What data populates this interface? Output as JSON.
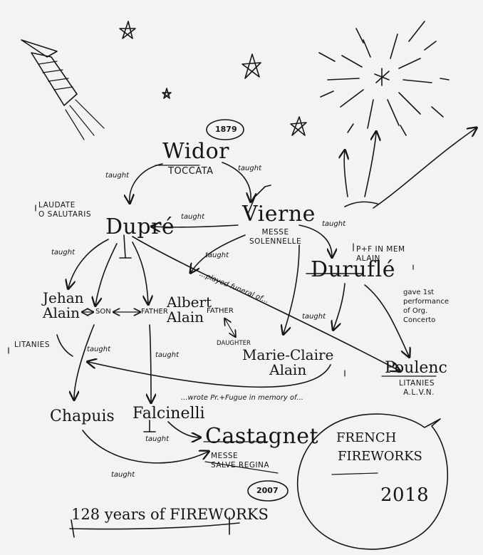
{
  "nodes": {
    "widor": "Widor",
    "widor_work": "TOCCATA",
    "widor_year": "1879",
    "vierne": "Vierne",
    "vierne_work": "MESSE\nSOLENNELLE",
    "dupre": "Dupré",
    "dupre_work": "LAUDATE\nO SALUTARIS",
    "durufle": "Duruflé",
    "durufle_work": "P+F IN MEM\nALAIN",
    "jehan_alain": "Jehan\nAlain",
    "jehan_work": "LITANIES",
    "albert_alain": "Albert\nAlain",
    "marie_claire_alain": "Marie-Claire\nAlain",
    "poulenc": "Poulenc",
    "poulenc_work": "LITANIES\nA.L.V.N.",
    "chapuis": "Chapuis",
    "falcinelli": "Falcinelli",
    "castagnet": "Castagnet",
    "castagnet_work": "MESSE\nSALVE REGINA",
    "castagnet_year": "2007"
  },
  "relations": {
    "taught_widor_dupre": "taught",
    "taught_widor_vierne": "taught",
    "taught_vierne_dupre": "taught",
    "taught_vierne_durufle": "taught",
    "taught_dupre_jehan": "taught",
    "taught_vierne_albert": "taught",
    "taught_durufle_marie": "taught",
    "taught_jehan_chapuis": "taught",
    "taught_dupre_falcinelli": "taught",
    "taught_falcinelli_castagnet": "taught",
    "taught_chapuis_castagnet": "taught",
    "son": "SON",
    "father_1": "FATHER",
    "father_2": "FATHER",
    "daughter": "DAUGHTER",
    "played_funeral": "...played funeral of...",
    "wrote_pf": "...wrote Pr.+Fugue in memory of...",
    "gave_first": "gave 1st\nperformance\nof Org.\nConcerto"
  },
  "bubble": {
    "line1": "FRENCH",
    "line2": "FIREWORKS",
    "year": "2018"
  },
  "footer": "128 years of FIREWORKS"
}
